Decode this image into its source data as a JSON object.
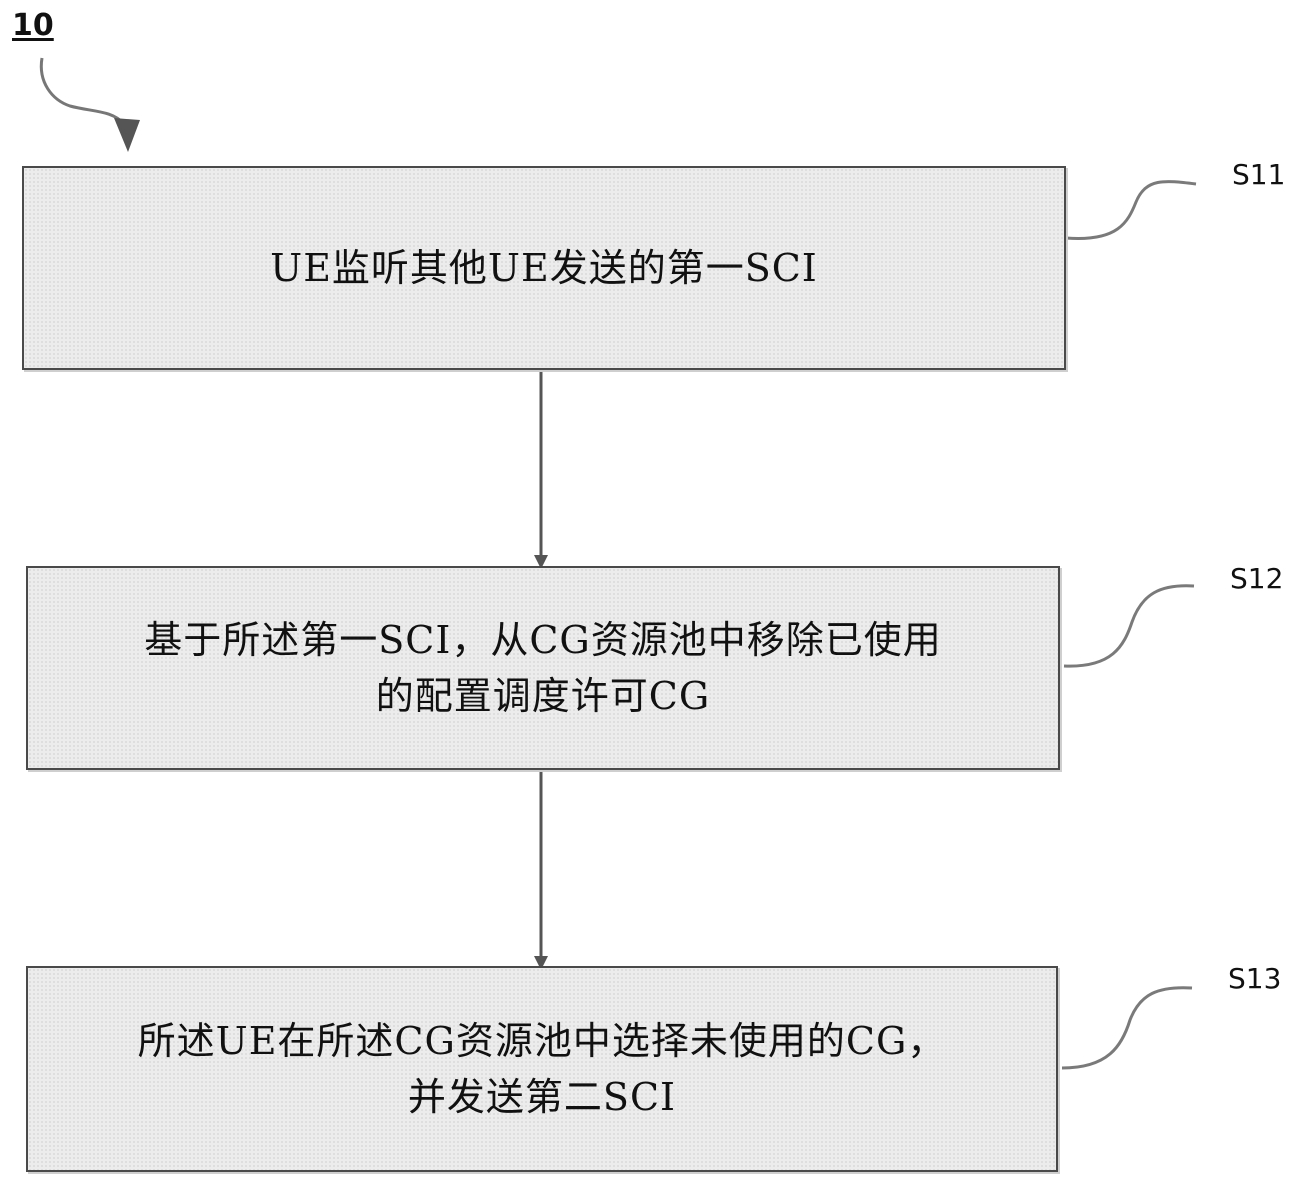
{
  "figure": {
    "label": "10"
  },
  "steps": [
    {
      "id": "S11",
      "text": "UE监听其他UE发送的第一SCI"
    },
    {
      "id": "S12",
      "text": "基于所述第一SCI，从CG资源池中移除已使用\n的配置调度许可CG"
    },
    {
      "id": "S13",
      "text": "所述UE在所述CG资源池中选择未使用的CG，\n并发送第二SCI"
    }
  ]
}
